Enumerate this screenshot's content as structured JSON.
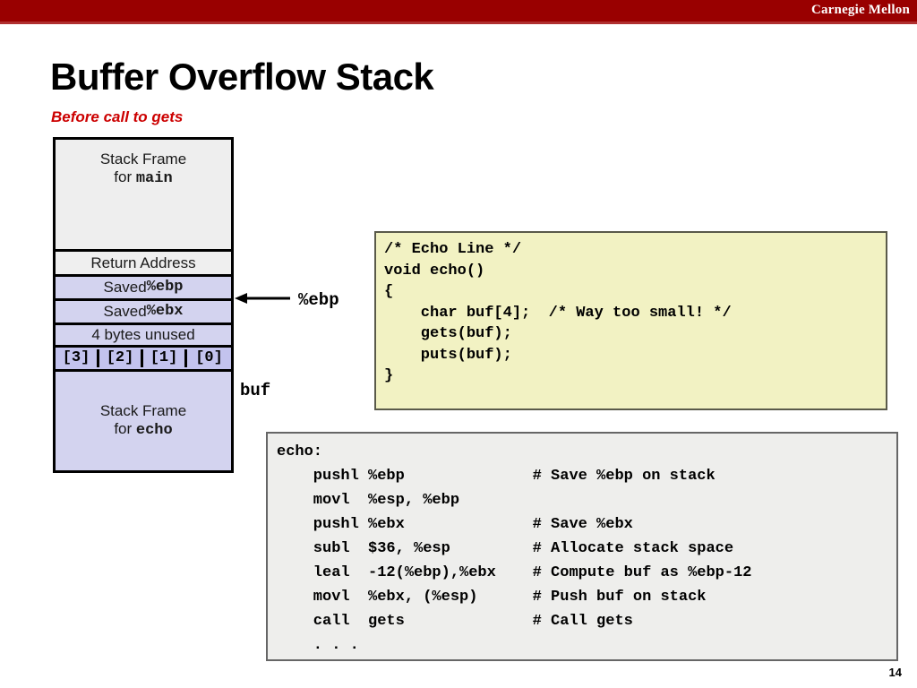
{
  "header": {
    "brand": "Carnegie Mellon",
    "bar_color": "#990000",
    "underline_color": "#b03030"
  },
  "slide": {
    "title": "Buffer Overflow Stack",
    "subtitle": "Before call to gets",
    "subtitle_color": "#cc0000",
    "page_number": "14"
  },
  "stack_diagram": {
    "rows": [
      {
        "name": "stack-frame-main",
        "line1": "Stack Frame",
        "line2_prefix": "for ",
        "line2_mono": "main",
        "fill": "#eeeeee"
      },
      {
        "name": "return-address",
        "label": "Return Address",
        "fill": "#efefef"
      },
      {
        "name": "saved-ebp",
        "label_prefix": "Saved ",
        "label_mono": "%ebp",
        "fill": "#d3d3ef"
      },
      {
        "name": "saved-ebx",
        "label_prefix": "Saved ",
        "label_mono": "%ebx",
        "fill": "#d3d3ef"
      },
      {
        "name": "unused-bytes",
        "label": "4 bytes unused",
        "fill": "#d3d3ef"
      },
      {
        "name": "buf-bytes",
        "cells": [
          "[3]",
          "[2]",
          "[1]",
          "[0]"
        ],
        "fill": "#c3c3ee"
      },
      {
        "name": "stack-frame-echo",
        "line1": "Stack Frame",
        "line2_prefix": "for ",
        "line2_mono": "echo",
        "fill": "#d3d3ef"
      }
    ],
    "pointers": {
      "ebp_label": "%ebp",
      "buf_label": "buf"
    }
  },
  "c_code": {
    "background": "#f2f2c3",
    "text": "/* Echo Line */\nvoid echo()\n{\n    char buf[4];  /* Way too small! */\n    gets(buf);\n    puts(buf);\n}"
  },
  "asm_code": {
    "background": "#eeeeec",
    "text": "echo:\n    pushl %ebp              # Save %ebp on stack\n    movl  %esp, %ebp\n    pushl %ebx              # Save %ebx\n    subl  $36, %esp         # Allocate stack space\n    leal  -12(%ebp),%ebx    # Compute buf as %ebp-12\n    movl  %ebx, (%esp)      # Push buf on stack\n    call  gets              # Call gets\n    . . ."
  }
}
